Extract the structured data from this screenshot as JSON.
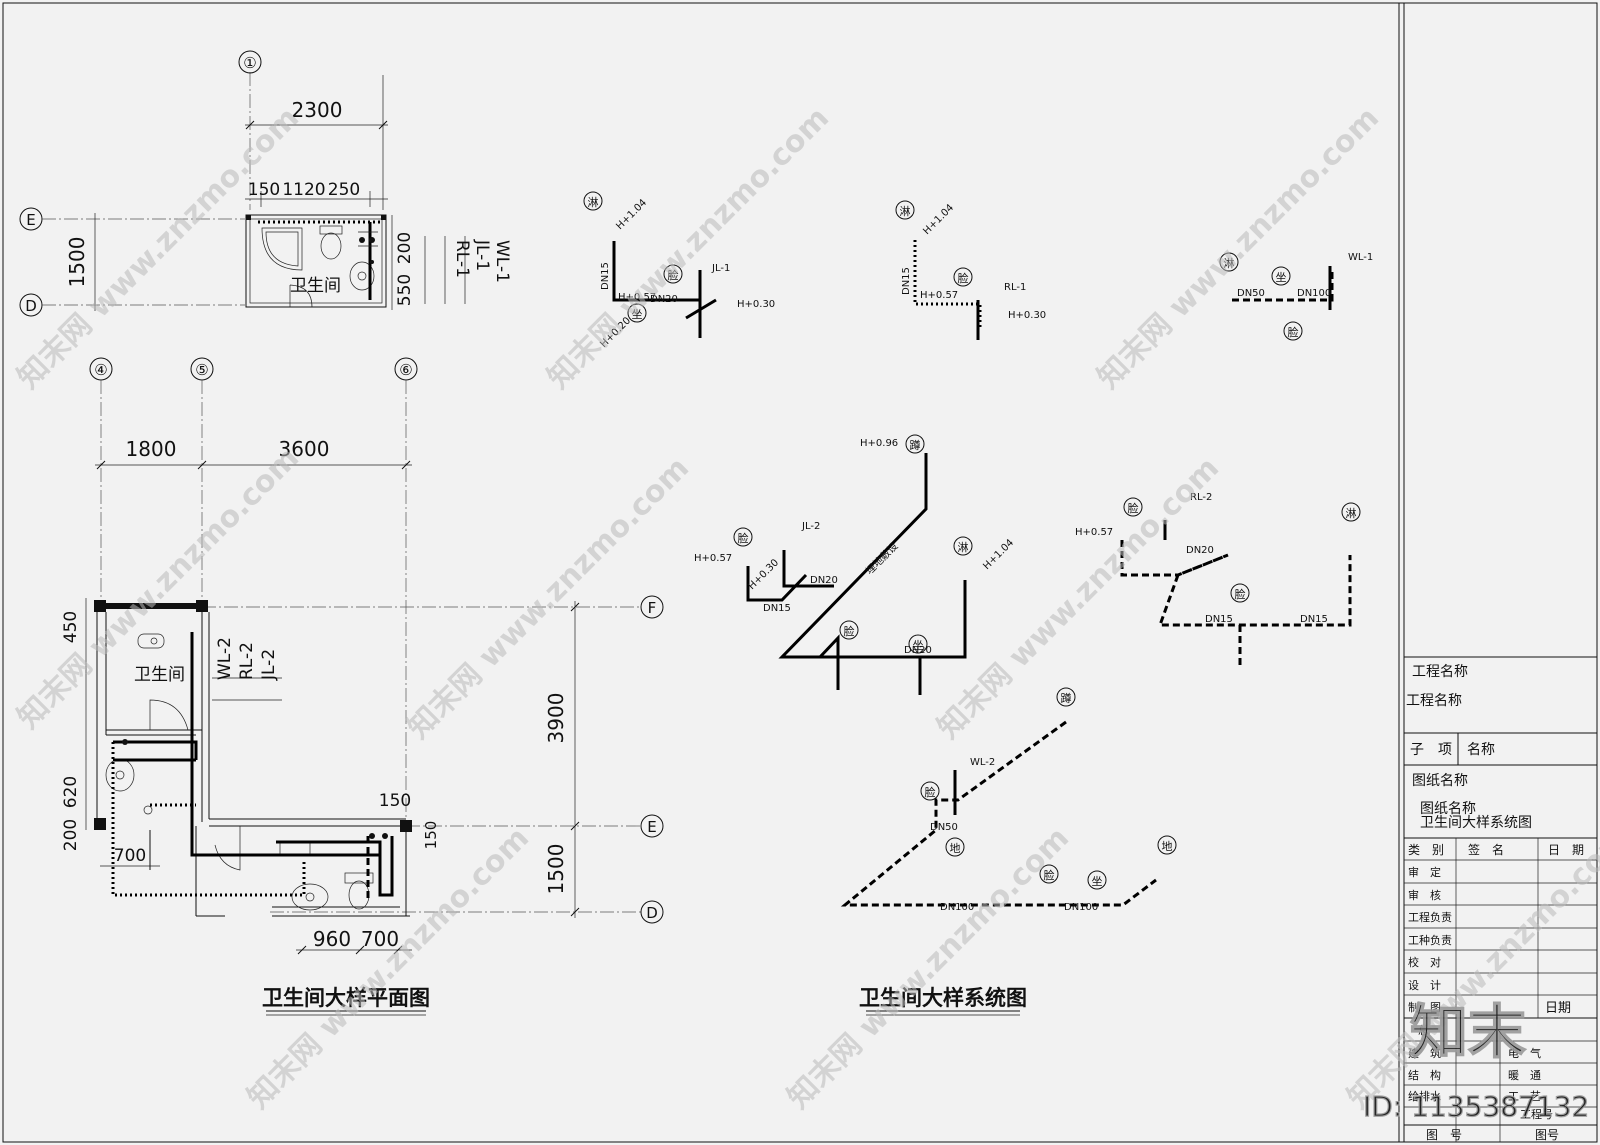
{
  "axes": {
    "a1": "①",
    "a4": "④",
    "a5": "⑤",
    "a6": "⑥",
    "D": "D",
    "E": "E",
    "F": "F"
  },
  "plan_small": {
    "dim_total": "2300",
    "dim_parts": [
      "150",
      "1120",
      "250"
    ],
    "dim_height": "1500",
    "dim_right": [
      "200",
      "550"
    ],
    "room": "卫生间",
    "pipe_tags": [
      "WL-1",
      "JL-1",
      "RL-1"
    ]
  },
  "plan_large": {
    "dims_top": [
      "1800",
      "3600"
    ],
    "dim_3900": "3900",
    "dim_1500": "1500",
    "dim_450": "450",
    "dim_620": "620",
    "dim_200": "200",
    "dim_700a": "700",
    "dim_150a": "150",
    "dim_150b": "150",
    "dims_bottom": [
      "960",
      "700"
    ],
    "room": "卫生间",
    "pipe_tags": [
      "WL-2",
      "RL-2",
      "JL-2"
    ],
    "title": "卫生间大样平面图"
  },
  "system": {
    "title": "卫生间大样系统图",
    "labels": {
      "lin": "淋",
      "lian": "脸",
      "zuo": "坐",
      "di": "地",
      "dun": "蹲",
      "jl1": "JL-1",
      "rl1": "RL-1",
      "wl1": "WL-1",
      "jl2": "JL-2",
      "rl2": "RL-2",
      "wl2": "WL-2",
      "h104": "H+1.04",
      "h057": "H+0.57",
      "h030": "H+0.30",
      "h020": "H+0.20",
      "h096": "H+0.96",
      "dn15": "DN15",
      "dn20": "DN20",
      "dn50": "DN50",
      "dn100": "DN100",
      "buried": "埋地敷设"
    }
  },
  "title_block": {
    "project_name_label": "工程名称",
    "project_name_value": "工程名称",
    "sub_label": "子　项",
    "sub_value": "名称",
    "drawing_name_label": "图纸名称",
    "drawing_name_value1": "图纸名称",
    "drawing_name_value2": "卫生间大样系统图",
    "head": [
      "类　别",
      "签　名",
      "日　期"
    ],
    "rows": [
      "审　定",
      "审　核",
      "工程负责",
      "工种负责",
      "校　对",
      "设　计",
      "制　图"
    ],
    "date_label": "日期",
    "disc_left": [
      "建　筑",
      "结　构",
      "给排水"
    ],
    "disc_right": [
      "电　气",
      "暖　通",
      "工　艺"
    ],
    "partial_left": "总",
    "partial_right": "工程号",
    "bottom": [
      "图　号",
      "图号"
    ]
  },
  "watermark": {
    "text": "知末网 www.znzmo.com",
    "logo": "知末",
    "id": "ID: 1135387132"
  }
}
